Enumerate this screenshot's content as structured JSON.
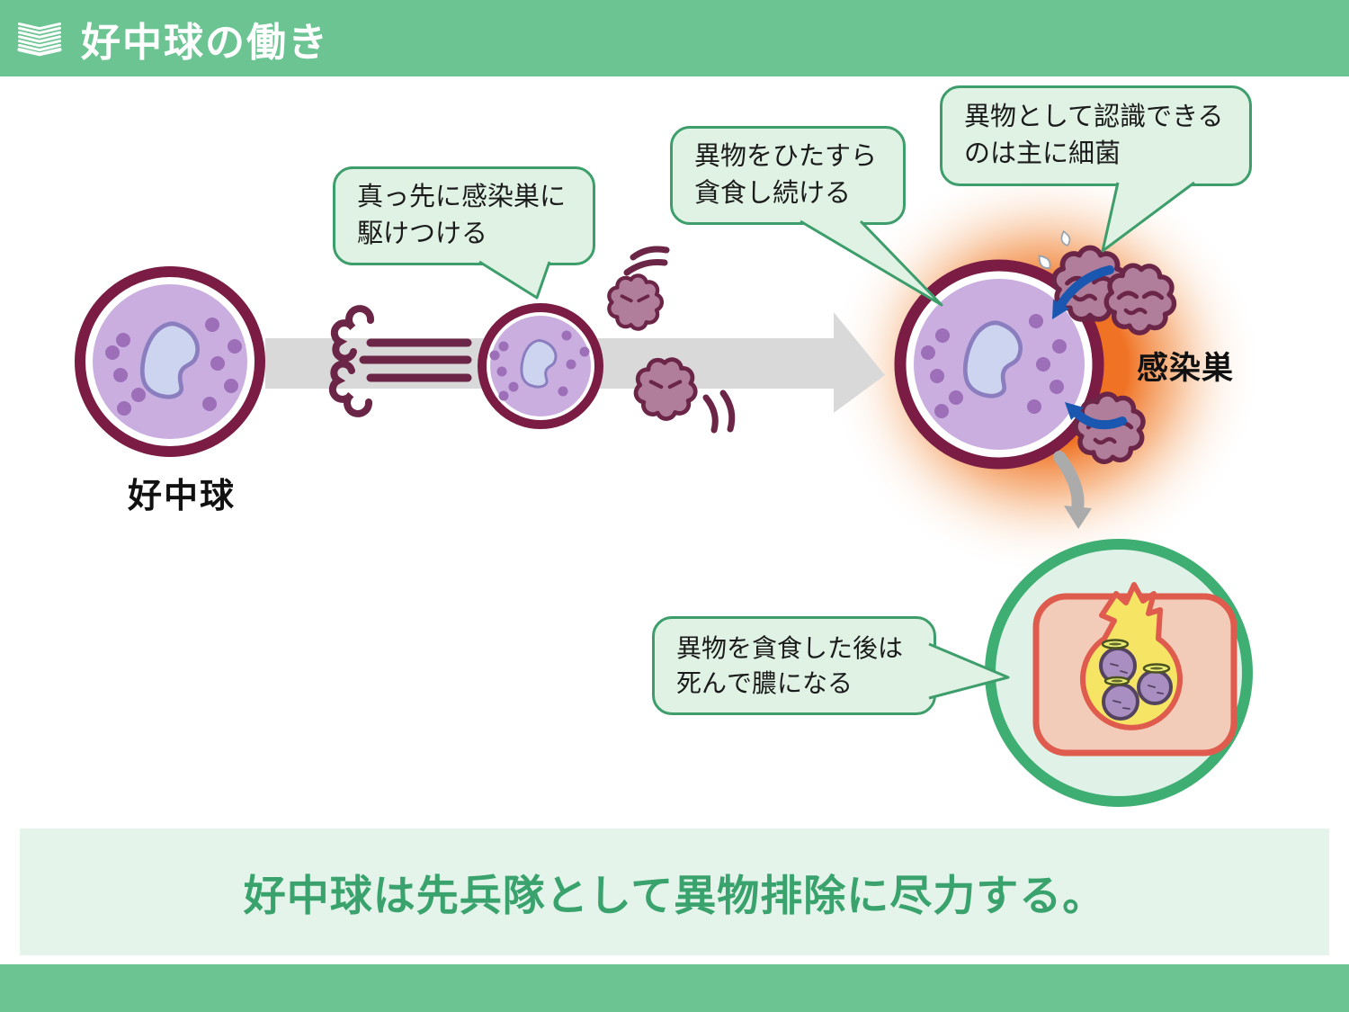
{
  "header": {
    "title": "好中球の働き",
    "icon": "book-icon"
  },
  "diagram": {
    "neutrophil_label": "好中球",
    "infection_site_label": "感染巣",
    "bubble1": {
      "line1": "真っ先に感染巣に",
      "line2": "駆けつける"
    },
    "bubble2": {
      "line1": "異物をひたすら",
      "line2": "貪食し続ける"
    },
    "bubble3": {
      "line1": "異物として認識できる",
      "line2": "のは主に細菌"
    },
    "bubble4": {
      "line1": "異物を貪食した後は",
      "line2": "死んで膿になる"
    }
  },
  "summary": {
    "text": "好中球は先兵隊として異物排除に尽力する。"
  },
  "colors": {
    "theme_green": "#6BC492",
    "banner_bg": "#E4F4EB",
    "summary_text_green": "#3AA36D",
    "bubble_bg": "#DFF2E4",
    "bubble_border": "#3D9E6B",
    "cell_border_maroon": "#7A1C44",
    "cell_fill_lavender": "#CBAEE0",
    "nucleus_fill": "#CDD4F0",
    "granule_purple": "#9C6FB8",
    "bacteria_fill": "#B07E9B",
    "bacteria_outline": "#6B2547",
    "infection_glow_orange": "#EF6C1A",
    "motion_arrow_gray": "#D9D9D9",
    "phagocytosis_arrow_blue": "#1A57B0",
    "pus_yellow": "#F6E465",
    "tissue_pink": "#F3CBB9",
    "tissue_border_red": "#DE5B4D",
    "pus_circle_border_green": "#3FAE73"
  }
}
